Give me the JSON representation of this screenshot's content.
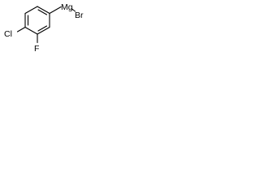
{
  "structure": {
    "atoms": {
      "mg": "Mg",
      "br": "Br",
      "cl": "Cl",
      "f": "F"
    }
  }
}
